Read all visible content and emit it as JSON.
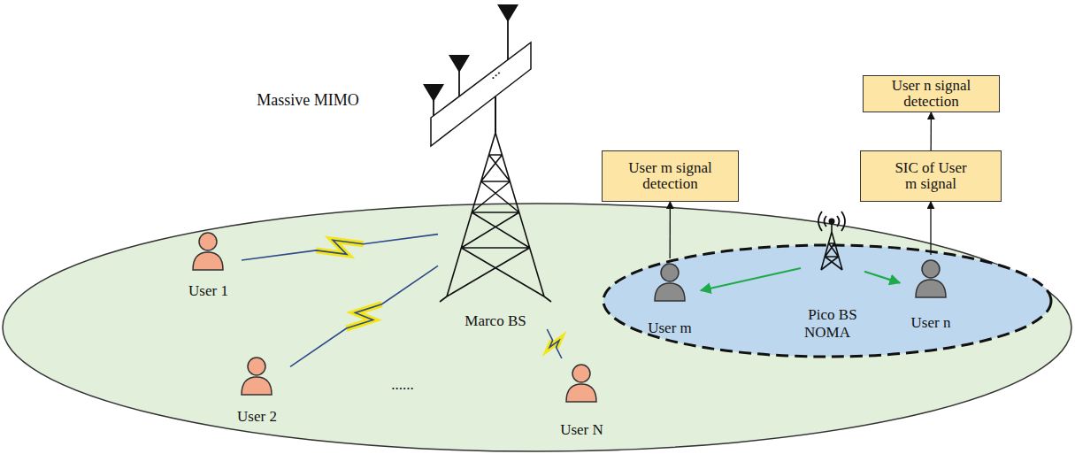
{
  "diagram": {
    "nodes": [
      {
        "text": [
          "Marco BS"
        ]
      },
      {
        "text": [
          "User 1"
        ]
      },
      {
        "text": [
          "User 2"
        ]
      },
      {
        "text": [
          "User N"
        ]
      },
      {
        "text": [
          "NOMA"
        ]
      },
      {
        "text": [
          "Pico BS"
        ],
        "in": 4
      },
      {
        "text": [
          "User m"
        ],
        "in": 4
      },
      {
        "text": [
          "User n"
        ],
        "in": 4
      },
      {
        "text": [
          "User m signal detection"
        ]
      },
      {
        "text": [
          "SIC of User m signal"
        ]
      },
      {
        "text": [
          "User n signal detection"
        ]
      }
    ],
    "edges": [
      {
        "from": 0,
        "to": 1,
        "arrow": "none"
      },
      {
        "from": 0,
        "to": 2,
        "arrow": "none"
      },
      {
        "from": 0,
        "to": 3,
        "arrow": "none"
      },
      {
        "from": 5,
        "to": 6,
        "arrow": "to"
      },
      {
        "from": 5,
        "to": 7,
        "arrow": "to"
      },
      {
        "from": 6,
        "to": 8,
        "arrow": "to"
      },
      {
        "from": 7,
        "to": 9,
        "arrow": "to"
      },
      {
        "from": 9,
        "to": 10,
        "arrow": "to"
      }
    ],
    "labels": [
      "Massive MIMO",
      "...",
      "......"
    ]
  }
}
